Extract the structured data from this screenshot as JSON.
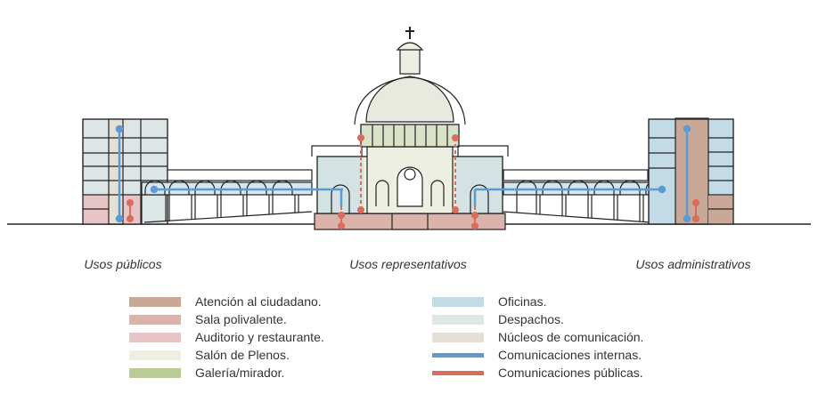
{
  "zones": {
    "public": "Usos públicos",
    "representative": "Usos representativos",
    "administrative": "Usos administrativos"
  },
  "legend": {
    "left": [
      {
        "label": "Atención al ciudadano.",
        "color": "#c9a898",
        "kind": "fill"
      },
      {
        "label": "Sala polivalente.",
        "color": "#dbb3ab",
        "kind": "fill"
      },
      {
        "label": "Auditorio y restaurante.",
        "color": "#e7c4c6",
        "kind": "fill"
      },
      {
        "label": "Salón de Plenos.",
        "color": "#ecefe2",
        "kind": "fill"
      },
      {
        "label": "Galería/mirador.",
        "color": "#b9cc98",
        "kind": "fill"
      }
    ],
    "right": [
      {
        "label": "Oficinas.",
        "color": "#c3dbe6",
        "kind": "fill"
      },
      {
        "label": "Despachos.",
        "color": "#dee6e6",
        "kind": "fill"
      },
      {
        "label": "Núcleos de comunicación.",
        "color": "#e4e0d5",
        "kind": "fill"
      },
      {
        "label": "Comunicaciones internas.",
        "color": "#5b9bd5",
        "kind": "line"
      },
      {
        "label": "Comunicaciones públicas.",
        "color": "#d96c5a",
        "kind": "line"
      }
    ]
  }
}
